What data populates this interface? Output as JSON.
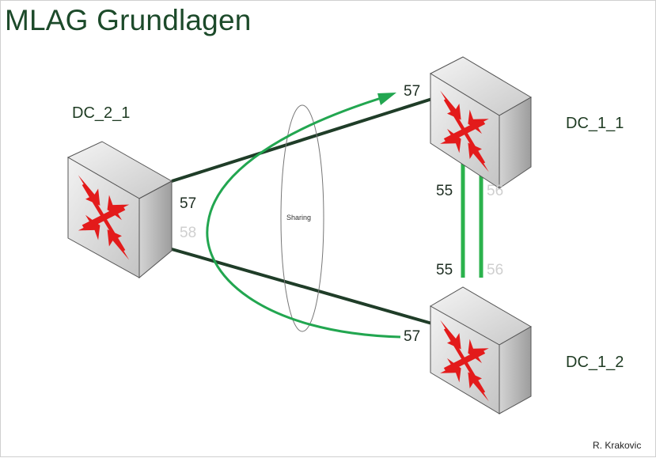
{
  "title": "MLAG Grundlagen",
  "author": "R. Krakovic",
  "switches": {
    "dc21": {
      "label": "DC_2_1"
    },
    "dc11": {
      "label": "DC_1_1"
    },
    "dc12": {
      "label": "DC_1_2"
    }
  },
  "ports": {
    "dc21_active": "57",
    "dc21_inactive": "58",
    "dc11_uplink": "57",
    "dc12_uplink": "57",
    "dc11_peer_active": "55",
    "dc11_peer_inactive": "56",
    "dc12_peer_active": "55",
    "dc12_peer_inactive": "56"
  },
  "lag_label": "Sharing",
  "colors": {
    "link": "#1f3d28",
    "peer_link": "#2bb24c",
    "flow_arrow": "#22a650",
    "title": "#1c4a2a",
    "switch_arrow": "#e31b1b"
  }
}
